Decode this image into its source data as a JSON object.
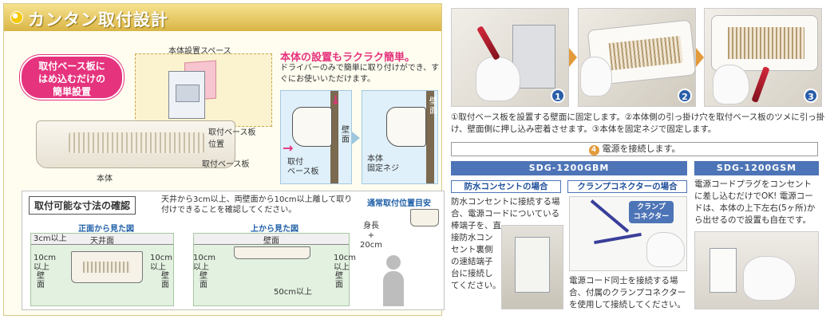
{
  "header": {
    "title": "カンタン取付設計"
  },
  "install": {
    "callout": [
      "取付ベース板に",
      "はめ込むだけの",
      "簡単設置"
    ],
    "space_label": "本体設置スペース",
    "plate_position_label": [
      "取付ベース板",
      "位置"
    ],
    "base_plate_label": "取付ベース板",
    "body_label": "本体"
  },
  "easy": {
    "heading": "本体の設置もラクラク簡単。",
    "text": "ドライバーのみで簡単に取り付けができ、すぐにお使いいただけます。"
  },
  "steps_diagram": {
    "wall_label": [
      "壁",
      "面"
    ],
    "base_label": [
      "取付",
      "ベース板"
    ],
    "screw_label": [
      "本体",
      "固定ネジ"
    ]
  },
  "dimensions": {
    "title": "取付可能な寸法の確認",
    "text": "天井から3cm以上、両壁面から10cm以上離して取り付けできることを確認してください。",
    "front_title": "正面から見た図",
    "top_title": "上から見た図",
    "ceiling": "天井面",
    "wall": "壁面",
    "cm3": "3cm以上",
    "cm10": [
      "10cm",
      "以上"
    ],
    "cm50": "50cm以上",
    "wall_vert": [
      "壁",
      "面"
    ],
    "standard_title": "通常取付位置目安",
    "height_label": [
      "身長",
      "+",
      "20cm"
    ]
  },
  "photo_steps": {
    "numbers": [
      "1",
      "2",
      "3"
    ],
    "description": "①取付ベース板を設置する壁面に固定します。②本体側の引っ掛け穴を取付ベース板のツメに引っ掛け、壁面側に押し込み密着させます。③本体を固定ネジで固定します。"
  },
  "connect": {
    "number": "4",
    "text": "電源を接続します。"
  },
  "models": {
    "gbm": {
      "name": "SDG-1200GBM",
      "outlet_title": "防水コンセントの場合",
      "outlet_text": [
        "防水コンセントに接続する場",
        "合、電源コードについている",
        "棒端子を、直",
        "接防水コン",
        "セント裏側",
        "の速結端子",
        "台に接続し",
        "てください。"
      ],
      "clamp_title": "クランプコネクターの場合",
      "clamp_label": [
        "クランプ",
        "コネクター"
      ],
      "clamp_text": [
        "電源コード同士を接続する場",
        "合、付属のクランプコネクター",
        "を使用して接続してください。"
      ]
    },
    "gsm": {
      "name": "SDG-1200GSM",
      "text": [
        "電源コードプラグをコンセント",
        "に差し込むだけでOK! 電源コー",
        "ドは、本体の上下左右(5ヶ所)か",
        "ら出せるので設置も自在です。"
      ]
    }
  }
}
